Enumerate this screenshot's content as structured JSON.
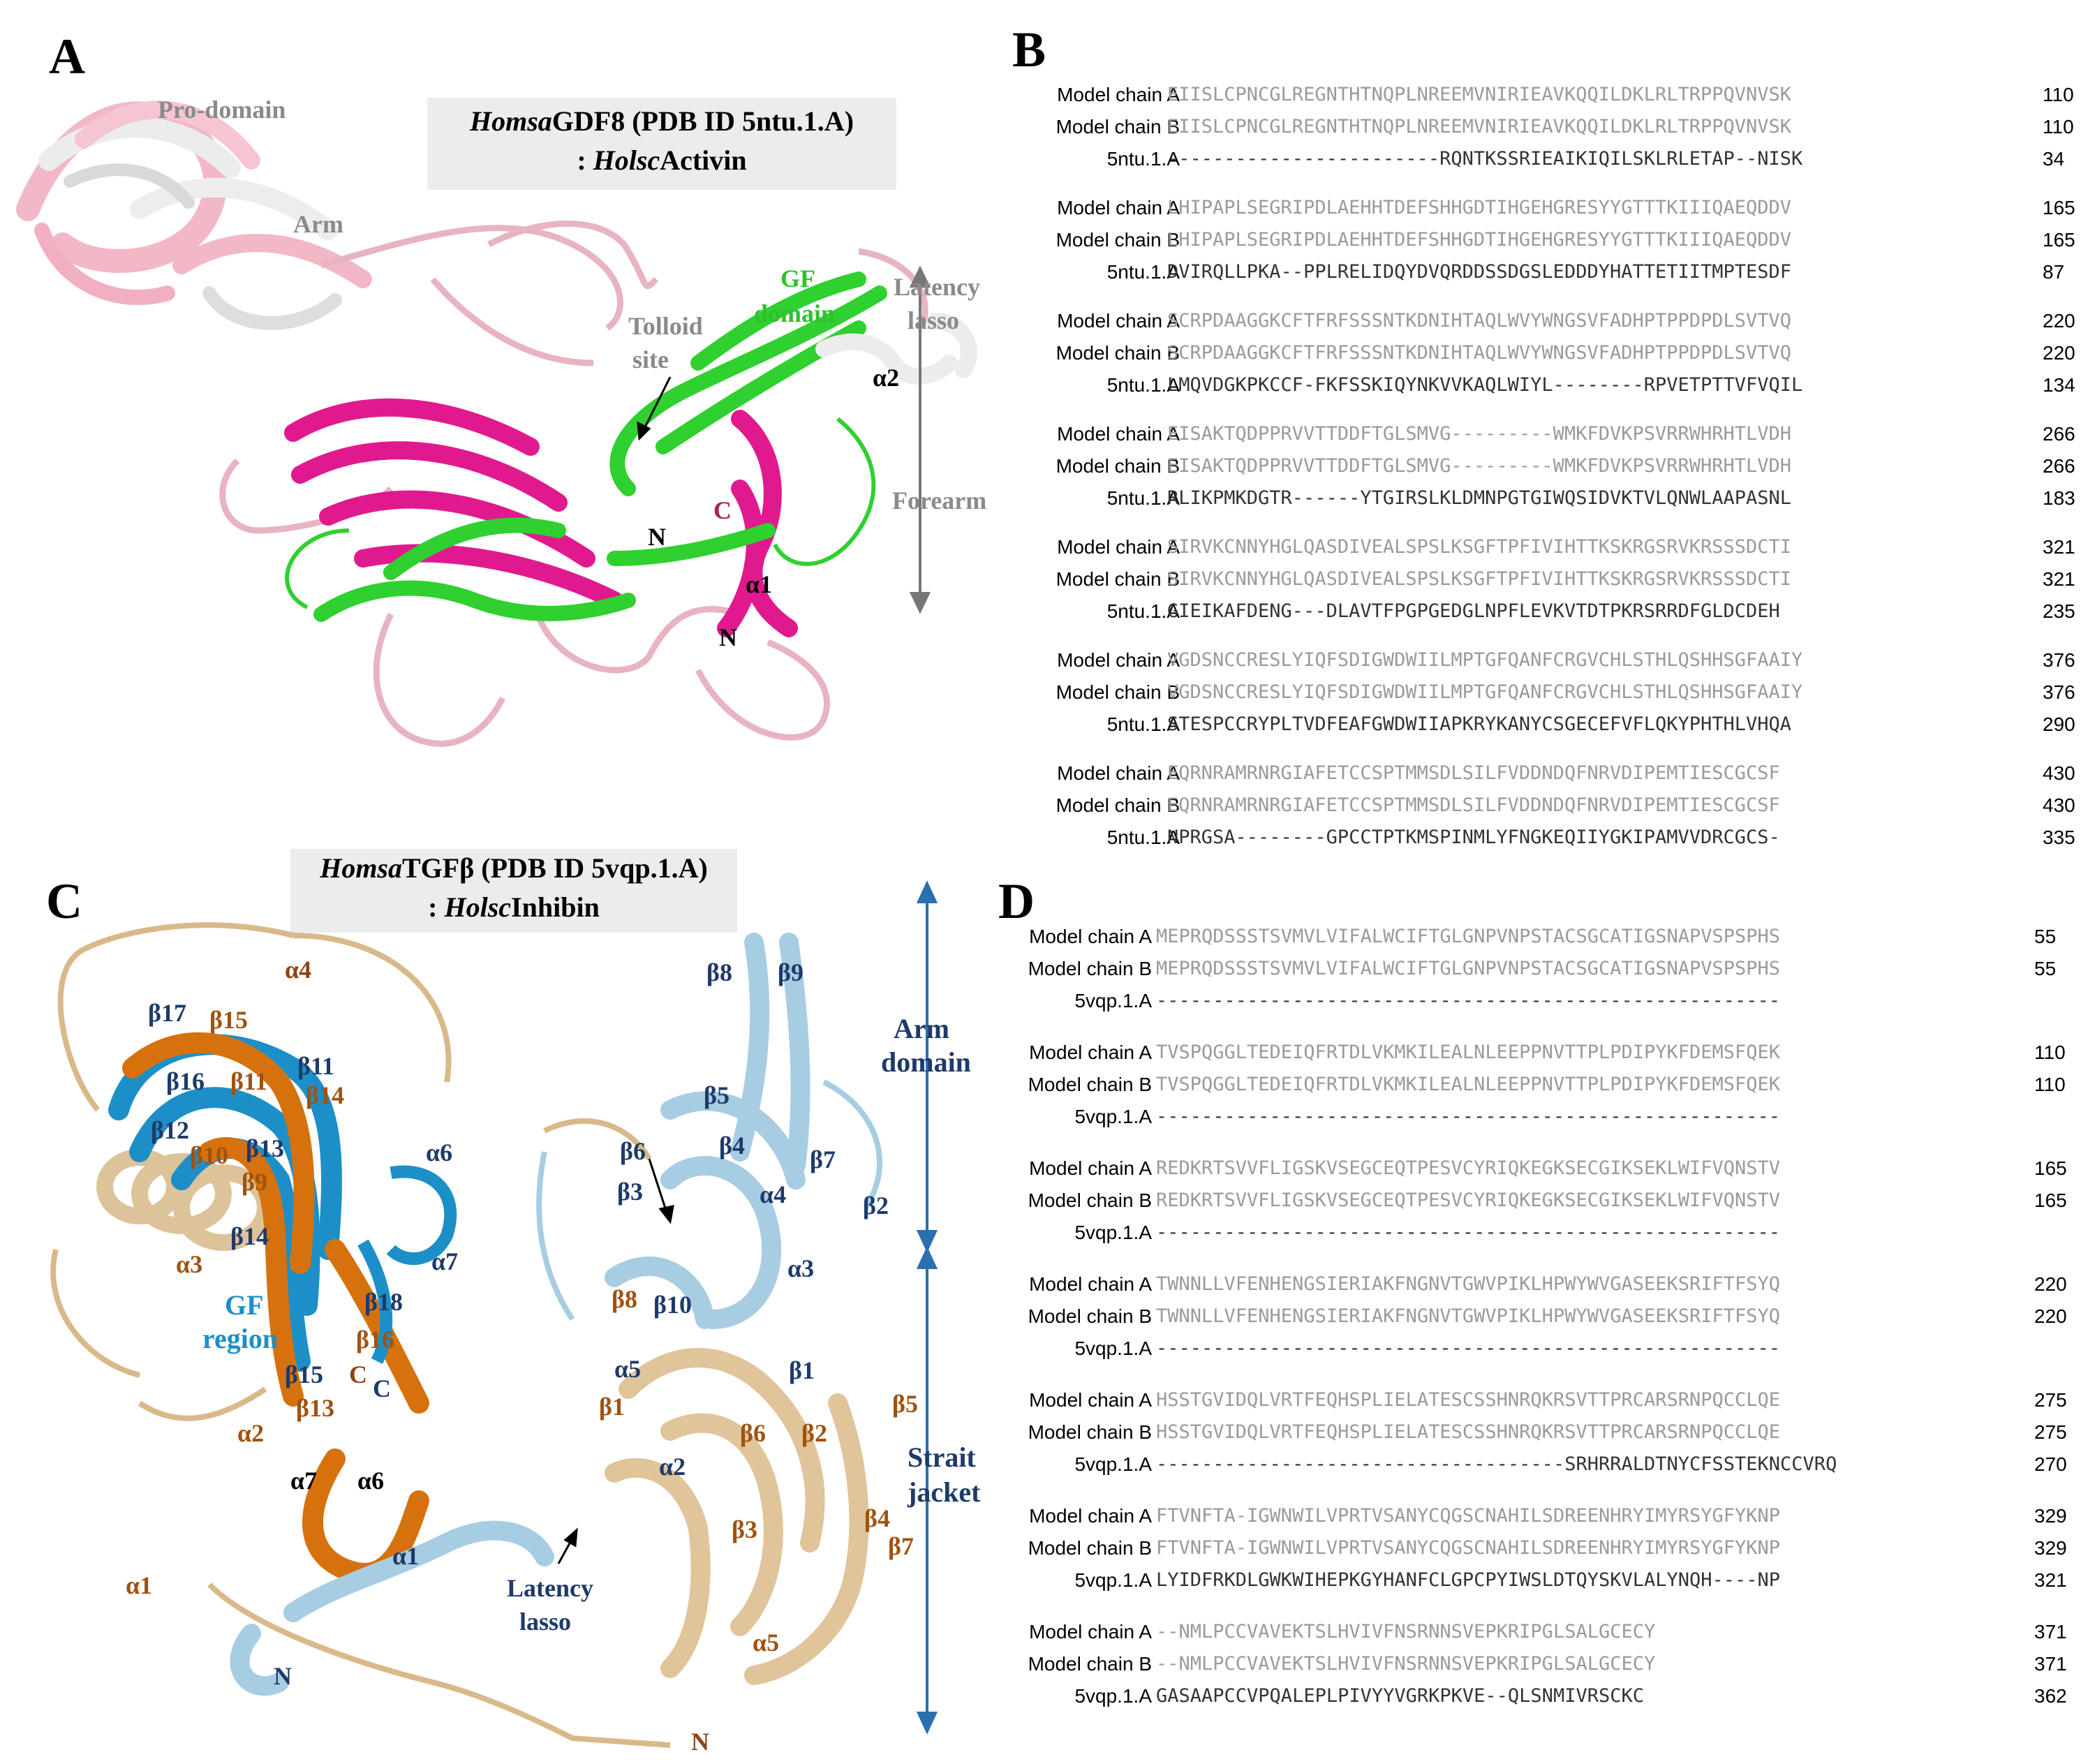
{
  "panels": {
    "A": {
      "label": "A",
      "title_line1_italic": "Homsa",
      "title_line1_rest": "GDF8 (PDB ID 5ntu.1.A)",
      "title_line2_prefix": ": ",
      "title_line2_italic": "Holsc",
      "title_line2_rest": "Activin",
      "annotations": {
        "pro_domain": "Pro-domain",
        "arm": "Arm",
        "gf_domain_1": "GF",
        "gf_domain_2": "domain",
        "latency_1": "Latency",
        "latency_2": "lasso",
        "tolloid_1": "Tolloid",
        "tolloid_2": "site",
        "alpha2": "α2",
        "forearm": "Forearm",
        "c_term": "C",
        "n_term_1": "N",
        "alpha1": "α1",
        "n_term_2": "N"
      }
    },
    "B": {
      "label": "B",
      "rows": [
        {
          "names": [
            "Model chain A",
            "Model chain B",
            "5ntu.1.A"
          ],
          "seqs": [
            "EIISLCPNCGLREGNTHTNQPLNREEMVNIRIEAVKQQILDKLRLTRPPQVNVSK",
            "EIISLCPNCGLREGNTHTNQPLNREEMVNIRIEAVKQQILDKLRLTRPPQVNVSK",
            "------------------------RQNTKSSRIEAIKIQILSKLRLETAP--NISK"
          ],
          "nums": [
            "110",
            "110",
            "34"
          ]
        },
        {
          "names": [
            "Model chain A",
            "Model chain B",
            "5ntu.1.A"
          ],
          "seqs": [
            "LHIPAPLSEGRIPDLAEHHTDEFSHHGDTIHGEHGRESYYGTTTKIIIQAEQDDV",
            "LHIPAPLSEGRIPDLAEHHTDEFSHHGDTIHGEHGRESYYGTTTKIIIQAEQDDV",
            "DVIRQLLPKA--PPLRELIDQYDVQRDDSSDGSLEDDDYHATTETIITMPTESDF"
          ],
          "nums": [
            "165",
            "165",
            "87"
          ]
        },
        {
          "names": [
            "Model chain A",
            "Model chain B",
            "5ntu.1.A"
          ],
          "seqs": [
            "SCRPDAAGGKCFTFRFSSSNTKDNIHTAQLWVYWNGSVFADHPTPPDPDLSVTVQ",
            "SCRPDAAGGKCFTFRFSSSNTKDNIHTAQLWVYWNGSVFADHPTPPDPDLSVTVQ",
            "LMQVDGKPKCCF-FKFSSKIQYNKVVKAQLWIYL--------RPVETPTTVFVQIL"
          ],
          "nums": [
            "220",
            "220",
            "134"
          ]
        },
        {
          "names": [
            "Model chain A",
            "Model chain B",
            "5ntu.1.A"
          ],
          "seqs": [
            "EISAKTQDPPRVVTTDDFTGLSMVG---------WMKFDVKPSVRRWHRHTLVDH",
            "EISAKTQDPPRVVTTDDFTGLSMVG---------WMKFDVKPSVRRWHRHTLVDH",
            "RLIKPMKDGTR------YTGIRSLKLDMNPGTGIWQSIDVKTVLQNWLAAPASNL"
          ],
          "nums": [
            "266",
            "266",
            "183"
          ]
        },
        {
          "names": [
            "Model chain A",
            "Model chain B",
            "5ntu.1.A"
          ],
          "seqs": [
            "SIRVKCNNYHGLQASDIVEALSPSLKSGFTPFIVIHTTKSKRGSRVKRSSSDCTI",
            "SIRVKCNNYHGLQASDIVEALSPSLKSGFTPFIVIHTTKSKRGSRVKRSSSDCTI",
            "GIEIKAFDENG---DLAVTFPGPGEDGLNPFLEVKVTDTPKRSRRDFGLDCDEH"
          ],
          "nums": [
            "321",
            "321",
            "235"
          ]
        },
        {
          "names": [
            "Model chain A",
            "Model chain B",
            "5ntu.1.A"
          ],
          "seqs": [
            "VGDSNCCRESLYIQFSDIGWDWIILMPTGFQANFCRGVCHLSTHLQSHHSGFAAIY",
            "VGDSNCCRESLYIQFSDIGWDWIILMPTGFQANFCRGVCHLSTHLQSHHSGFAAIY",
            "STESPCCRYPLTVDFEAFGWDWIIAPKRYKANYCSGECEFVFLQKYPHTHLVHQA"
          ],
          "nums": [
            "376",
            "376",
            "290"
          ]
        },
        {
          "names": [
            "Model chain A",
            "Model chain B",
            "5ntu.1.A"
          ],
          "seqs": [
            "EQRNRAMRNRGIAFETCCSPTMMSDLSILFVDDNDQFNRVDIPEMTIESCGCSF",
            "EQRNRAMRNRGIAFETCCSPTMMSDLSILFVDDNDQFNRVDIPEMTIESCGCSF",
            "NPRGSA--------GPCCTPTKMSPINMLYFNGKEQIIYGKIPAMVVDRCGCS-"
          ],
          "nums": [
            "430",
            "430",
            "335"
          ]
        }
      ]
    },
    "C": {
      "label": "C",
      "title_line1_italic": "Homsa",
      "title_line1_rest": "TGFβ (PDB ID 5vqp.1.A)",
      "title_line2_prefix": ": ",
      "title_line2_italic": "Holsc",
      "title_line2_rest": "Inhibin",
      "annotations": {
        "a4": "α4",
        "b17": "β17",
        "b15o": "β15",
        "b16": "β16",
        "b11n": "β11",
        "b11": "β11",
        "b14o": "β14",
        "b12": "β12",
        "b10o": "β10",
        "b13": "β13",
        "b9o": "β9",
        "a6": "α6",
        "a3o": "α3",
        "b14n": "β14",
        "a7": "α7",
        "b18": "β18",
        "gf1": "GF",
        "gf2": "region",
        "b16o": "β16",
        "b15n": "β15",
        "c1": "C",
        "c2": "C",
        "b13o": "β13",
        "a2o": "α2",
        "a7o": "α7",
        "a6o": "α6",
        "a1n": "α1",
        "a1o": "α1",
        "nterm": "N",
        "latency1": "Latency",
        "latency2": "lasso",
        "nterm2": "N",
        "b8": "β8",
        "b9": "β9",
        "b5": "β5",
        "b6": "β6",
        "b4": "β4",
        "b7": "β7",
        "b3": "β3",
        "a4n": "α4",
        "b2": "β2",
        "a3n": "α3",
        "b8o": "β8",
        "b10n": "β10",
        "a5n": "α5",
        "b1n": "β1",
        "b1o": "β1",
        "b6o": "β6",
        "b2o": "β2",
        "b5o": "β5",
        "a2n": "α2",
        "b3o": "β3",
        "b4o": "β4",
        "b7o": "β7",
        "a5o": "α5",
        "arm1": "Arm",
        "arm2": "domain",
        "strait1": "Strait",
        "strait2": "jacket"
      }
    },
    "D": {
      "label": "D",
      "rows": [
        {
          "names": [
            "Model chain A",
            "Model chain B",
            "5vqp.1.A"
          ],
          "seqs": [
            "MEPRQDSSSTSVMVLVIFALWCIFTGLGNPVNPSTACSGCATIGSNAPVSPSPHS",
            "MEPRQDSSSTSVMVLVIFALWCIFTGLGNPVNPSTACSGCATIGSNAPVSPSPHS",
            "-------------------------------------------------------"
          ],
          "nums": [
            "55",
            "55",
            ""
          ]
        },
        {
          "names": [
            "Model chain A",
            "Model chain B",
            "5vqp.1.A"
          ],
          "seqs": [
            "TVSPQGGLTEDEIQFRTDLVKMKILEALNLEEPPNVTTPLPDIPYKFDEMSFQEK",
            "TVSPQGGLTEDEIQFRTDLVKMKILEALNLEEPPNVTTPLPDIPYKFDEMSFQEK",
            "-------------------------------------------------------"
          ],
          "nums": [
            "110",
            "110",
            ""
          ]
        },
        {
          "names": [
            "Model chain A",
            "Model chain B",
            "5vqp.1.A"
          ],
          "seqs": [
            "REDKRTSVVFLIGSKVSEGCEQTPESVCYRIQKEGKSECGIKSEKLWIFVQNSTV",
            "REDKRTSVVFLIGSKVSEGCEQTPESVCYRIQKEGKSECGIKSEKLWIFVQNSTV",
            "-------------------------------------------------------"
          ],
          "nums": [
            "165",
            "165",
            ""
          ]
        },
        {
          "names": [
            "Model chain A",
            "Model chain B",
            "5vqp.1.A"
          ],
          "seqs": [
            "TWNNLLVFENHENGSIERIAKFNGNVTGWVPIKLHPWYWVGASEEKSRIFTFSYQ",
            "TWNNLLVFENHENGSIERIAKFNGNVTGWVPIKLHPWYWVGASEEKSRIFTFSYQ",
            "-------------------------------------------------------"
          ],
          "nums": [
            "220",
            "220",
            ""
          ]
        },
        {
          "names": [
            "Model chain A",
            "Model chain B",
            "5vqp.1.A"
          ],
          "seqs": [
            "HSSTGVIDQLVRTFEQHSPLIELATESCSSHNRQKRSVTTPRCARSRNPQCCLQE",
            "HSSTGVIDQLVRTFEQHSPLIELATESCSSHNRQKRSVTTPRCARSRNPQCCLQE",
            "------------------------------------SRHRRALDTNYCFSSTEKNCCVRQ"
          ],
          "nums": [
            "275",
            "275",
            "270"
          ]
        },
        {
          "names": [
            "Model chain A",
            "Model chain B",
            "5vqp.1.A"
          ],
          "seqs": [
            "FTVNFTA-IGWNWILVPRTVSANYCQGSCNAHILSDREENHRYIMYRSYGFYKNP",
            "FTVNFTA-IGWNWILVPRTVSANYCQGSCNAHILSDREENHRYIMYRSYGFYKNP",
            "LYIDFRKDLGWKWIHEPKGYHANFCLGPCPYIWSLDTQYSKVLALYNQH----NP"
          ],
          "nums": [
            "329",
            "329",
            "321"
          ]
        },
        {
          "names": [
            "Model chain A",
            "Model chain B",
            "5vqp.1.A"
          ],
          "seqs": [
            "--NMLPCCVAVEKTSLHVIVFNSRNNSVEPKRIPGLSALGCECY",
            "--NMLPCCVAVEKTSLHVIVFNSRNNSVEPKRIPGLSALGCECY",
            "GASAAPCCVPQALEPLPIVYYVGRKPKVE--QLSNMIVRSCKC"
          ],
          "nums": [
            "371",
            "371",
            "362"
          ]
        }
      ]
    }
  }
}
